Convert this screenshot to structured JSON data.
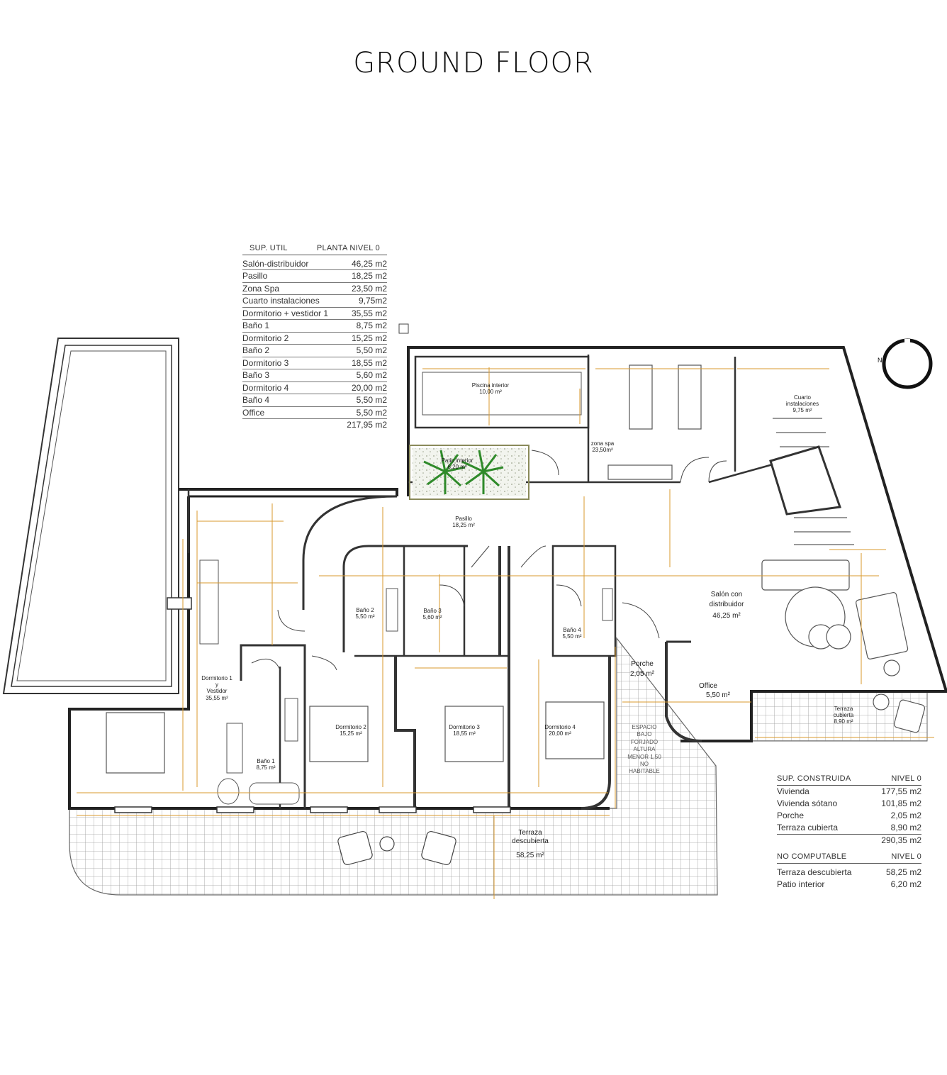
{
  "title": "GROUND FLOOR",
  "useful_area": {
    "header_left": "SUP. UTIL",
    "header_right": "PLANTA NIVEL 0",
    "rows": [
      {
        "name": "Salón-distribuidor",
        "value": "46,25 m2"
      },
      {
        "name": "Pasillo",
        "value": "18,25 m2"
      },
      {
        "name": "Zona Spa",
        "value": "23,50 m2"
      },
      {
        "name": "Cuarto instalaciones",
        "value": "9,75m2"
      },
      {
        "name": "Dormitorio + vestidor 1",
        "value": "35,55 m2"
      },
      {
        "name": "Baño 1",
        "value": "8,75 m2"
      },
      {
        "name": "Dormitorio 2",
        "value": "15,25 m2"
      },
      {
        "name": "Baño 2",
        "value": "5,50 m2"
      },
      {
        "name": "Dormitorio 3",
        "value": "18,55 m2"
      },
      {
        "name": "Baño 3",
        "value": "5,60 m2"
      },
      {
        "name": "Dormitorio 4",
        "value": "20,00 m2"
      },
      {
        "name": "Baño 4",
        "value": "5,50 m2"
      },
      {
        "name": "Office",
        "value": "5,50 m2"
      }
    ],
    "total": "217,95 m2"
  },
  "built_area": {
    "header_left": "SUP. CONSTRUIDA",
    "header_right": "NIVEL 0",
    "rows": [
      {
        "name": "Vivienda",
        "value": "177,55 m2"
      },
      {
        "name": "Vivienda sótano",
        "value": "101,85 m2"
      },
      {
        "name": "Porche",
        "value": "2,05 m2"
      },
      {
        "name": "Terraza cubierta",
        "value": "8,90 m2"
      }
    ],
    "total": "290,35 m2"
  },
  "non_computable": {
    "header_left": "NO COMPUTABLE",
    "header_right": "NIVEL 0",
    "rows": [
      {
        "name": "Terraza descubierta",
        "value": "58,25 m2"
      },
      {
        "name": "Patio interior",
        "value": "6,20 m2"
      }
    ]
  },
  "rooms": {
    "piscina": {
      "name": "Piscina interior",
      "area": "10,00 m²"
    },
    "patio": {
      "name": "Patio interior",
      "area": "6,20 m²"
    },
    "spa": {
      "name": "zona spa",
      "area": "23,50m²"
    },
    "cuarto": {
      "name1": "Cuarto",
      "name2": "instalaciones",
      "area": "9,75 m²"
    },
    "pasillo": {
      "name": "Pasillo",
      "area": "18,25 m²"
    },
    "salon": {
      "name1": "Salón con",
      "name2": "distribuidor",
      "area": "46,25 m²"
    },
    "bano2": {
      "name": "Baño 2",
      "area": "5,50 m²"
    },
    "bano3": {
      "name": "Baño 3",
      "area": "5,60 m²"
    },
    "bano4": {
      "name": "Baño 4",
      "area": "5,50 m²"
    },
    "dorm1": {
      "name1": "Dormitorio 1",
      "name2": "y",
      "name3": "Vestidor",
      "area": "35,55 m²"
    },
    "bano1": {
      "name": "Baño 1",
      "area": "8,75 m²"
    },
    "dorm2": {
      "name": "Dormitorio 2",
      "area": "15,25 m²"
    },
    "dorm3": {
      "name": "Dormitorio 3",
      "area": "18,55 m²"
    },
    "dorm4": {
      "name": "Dormitorio 4",
      "area": "20,00 m²"
    },
    "porche": {
      "name": "Porche",
      "area": "2,05 m²"
    },
    "office": {
      "name": "Office",
      "area": "5,50 m²"
    },
    "terraza_cub": {
      "name1": "Terraza",
      "name2": "cubierta",
      "area": "8,90 m²"
    },
    "terraza_desc": {
      "name1": "Terraza",
      "name2": "descubierta",
      "area": "58,25 m²"
    },
    "espacio": {
      "l1": "ESPACIO",
      "l2": "BAJO",
      "l3": "FORJADO",
      "l4": "ALTURA",
      "l5": "MENOR 1,50",
      "l6": "NO",
      "l7": "HABITABLE"
    }
  }
}
